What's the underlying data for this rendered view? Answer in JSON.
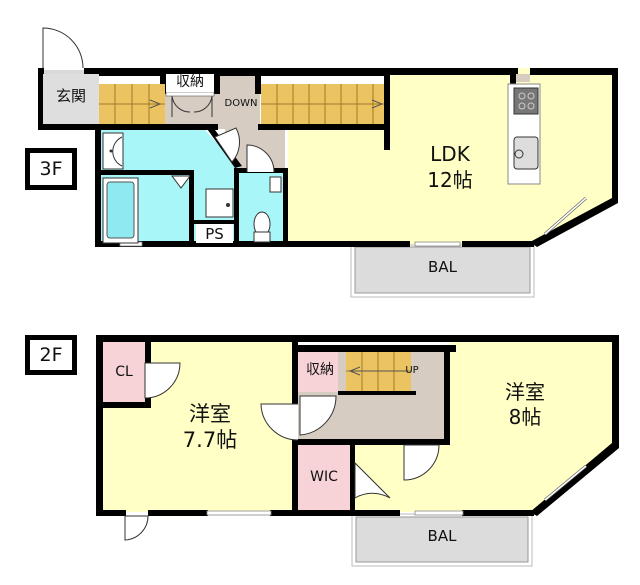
{
  "floors": [
    {
      "id": "3F",
      "tag": "3F",
      "rooms": {
        "entrance": "玄関",
        "storage": "収納",
        "stair_direction": "DOWN",
        "ldk_name": "LDK",
        "ldk_size": "12帖",
        "ps": "PS",
        "balcony": "BAL"
      }
    },
    {
      "id": "2F",
      "tag": "2F",
      "rooms": {
        "closet": "CL",
        "western_room_a_name": "洋室",
        "western_room_a_size": "7.7帖",
        "storage": "収納",
        "stair_direction": "UP",
        "western_room_b_name": "洋室",
        "western_room_b_size": "8帖",
        "walk_in_closet": "WIC",
        "balcony": "BAL"
      }
    }
  ],
  "colors": {
    "wall": "#000000",
    "living_yellow": "#ffffc6",
    "wet_area_cyan": "#a9f6f8",
    "hall_beige": "#d6ccc2",
    "stairs_gold": "#ecc361",
    "closet_pink": "#f7d2d6",
    "balcony_gray": "#dcdcdc"
  }
}
